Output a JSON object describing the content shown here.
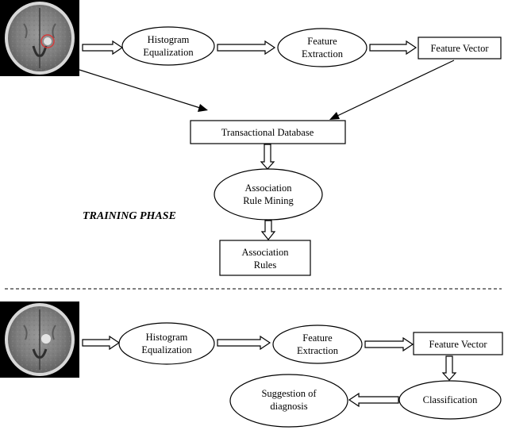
{
  "training": {
    "phase_label": "TRAINING PHASE",
    "histogram_line1": "Histogram",
    "histogram_line2": "Equalization",
    "feature_line1": "Feature",
    "feature_line2": "Extraction",
    "feature_vector": "Feature Vector",
    "transactional_db": "Transactional Database",
    "arm_line1": "Association",
    "arm_line2": "Rule Mining",
    "rules_line1": "Association",
    "rules_line2": "Rules"
  },
  "testing": {
    "histogram_line1": "Histogram",
    "histogram_line2": "Equalization",
    "feature_line1": "Feature",
    "feature_line2": "Extraction",
    "feature_vector": "Feature Vector",
    "classification": "Classification",
    "suggestion_line1": "Suggestion of",
    "suggestion_line2": "diagnosis"
  },
  "colors": {
    "stroke": "#000000",
    "tumor_marker": "#d23a3a"
  }
}
